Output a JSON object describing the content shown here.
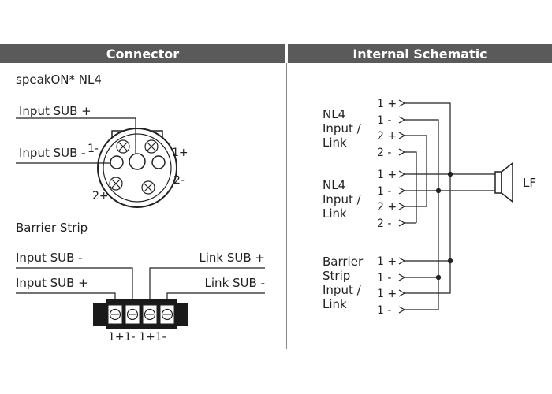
{
  "header": {
    "connector": "Connector",
    "schematic": "Internal Schematic"
  },
  "connector": {
    "speakon_title": "speakON* NL4",
    "input_sub_plus": "Input SUB +",
    "input_sub_minus": "Input SUB -",
    "pin_1_minus": "1-",
    "pin_1_plus": "1+",
    "pin_2_minus": "2-",
    "pin_2_plus": "2+",
    "barrier_title": "Barrier Strip",
    "barrier_input_minus": "Input SUB -",
    "barrier_input_plus": "Input SUB +",
    "link_plus": "Link SUB +",
    "link_minus": "Link SUB -",
    "barrier_pins": "1+1- 1+1-"
  },
  "schematic": {
    "group1": [
      "NL4",
      "Input /",
      "Link"
    ],
    "group2": [
      "NL4",
      "Input /",
      "Link"
    ],
    "group3": [
      "Barrier",
      "Strip",
      "Input /",
      "Link"
    ],
    "pins_nl4": [
      "1 +",
      "1 -",
      "2 +",
      "2 -"
    ],
    "pins_barrier": [
      "1 +",
      "1 -",
      "1 +",
      "1 -"
    ],
    "speaker_label": "LF"
  }
}
